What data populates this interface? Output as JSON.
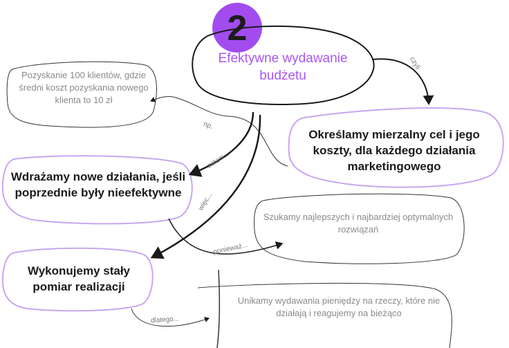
{
  "colors": {
    "accent": "#a855f7",
    "badge": "#a24cf0",
    "ink": "#1a1a1a",
    "muted": "#8a8a8a"
  },
  "badge": {
    "number": "2"
  },
  "center": {
    "title": "Efektywne wydawanie budżetu"
  },
  "nodes": {
    "acquisition": "Pozyskanie 100 klientów, gdzie średni koszt pozyskania nowego klienta to 10 zł",
    "measurable_goal": "Określamy mierzalny cel i jego koszty, dla każdego działania marketingowego",
    "new_actions": "Wdrażamy nowe działania, jeśli poprzednie były nieefektywne",
    "best_solutions": "Szukamy najlepszych i najbardziej optymalnych rozwiązań",
    "measurement": "Wykonujemy stały pomiar realizacji",
    "avoid_spending": "Unikamy wydawania pieniędzy na rzeczy, które nie działają i reagujemy na bieżąco"
  },
  "edge_labels": {
    "czyli": "czyli",
    "np": "np.",
    "zatem": "zatem...",
    "wiec": "więc...",
    "poniewaz": "ponieważ...",
    "dlatego": "dlatego..."
  }
}
